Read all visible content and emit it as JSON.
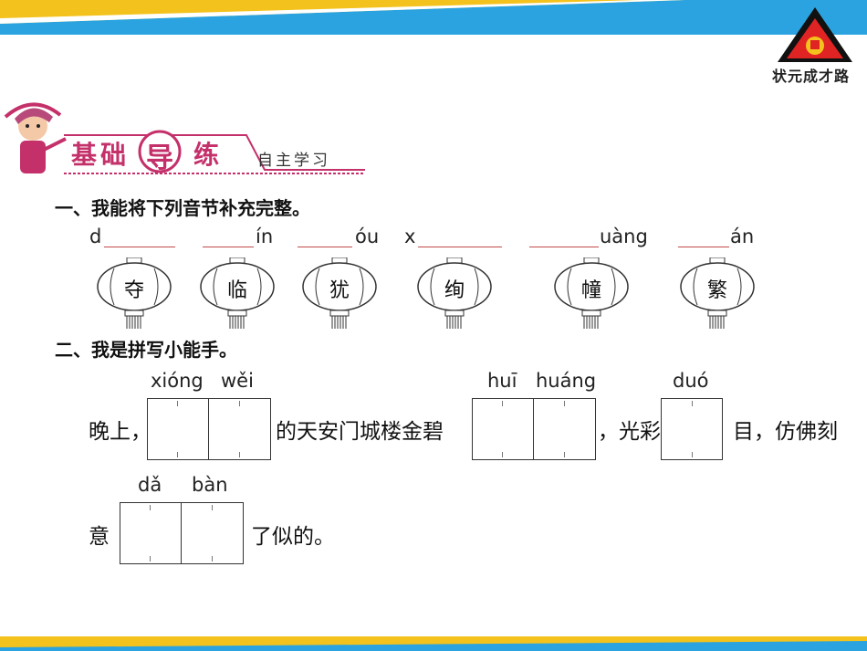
{
  "colors": {
    "top_bar": "#2ba3e0",
    "accent_bar": "#f3c21c",
    "banner_pink": "#c4306a",
    "line_red": "#c44a4a"
  },
  "logo": {
    "text": "状元成才路"
  },
  "banner": {
    "chars": [
      "基",
      "础",
      "导",
      "练"
    ],
    "subtitle": "自主学习"
  },
  "q1": {
    "title": "一、我能将下列音节补充完整。",
    "items": [
      {
        "prefix": "d",
        "suffix": "",
        "char": "夺"
      },
      {
        "prefix": "",
        "suffix": "ín",
        "char": "临"
      },
      {
        "prefix": "",
        "suffix": "óu",
        "char": "犹"
      },
      {
        "prefix": "x",
        "suffix": "",
        "char": "绚"
      },
      {
        "prefix": "",
        "suffix": "uàng",
        "char": "幢"
      },
      {
        "prefix": "",
        "suffix": "án",
        "char": "繁"
      }
    ]
  },
  "q2": {
    "title": "二、我是拼写小能手。",
    "pinyin": [
      "xióng",
      "wěi",
      "huī",
      "huáng",
      "duó",
      "dǎ",
      "bàn"
    ],
    "text": [
      "晚上，",
      "的天安门城楼金碧",
      "，光彩",
      "目，仿佛刻",
      "意",
      "了似的。"
    ]
  }
}
